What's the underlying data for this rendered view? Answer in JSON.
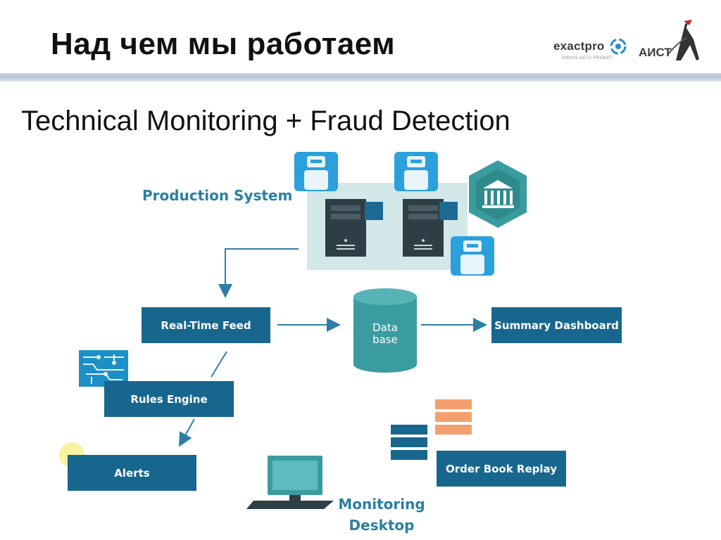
{
  "slide": {
    "title": "Над чем мы работаем",
    "subtitle": "Technical Monitoring + Fraud Detection"
  },
  "logos": {
    "exactpro": {
      "name": "exactpro",
      "tagline": "SIRIUS ACTA PROBAT"
    },
    "aist": {
      "name": "АИСТ"
    }
  },
  "diagram": {
    "production_system": "Production System",
    "real_time_feed": "Real-Time Feed",
    "database": {
      "line1": "Data",
      "line2": "base"
    },
    "summary_dashboard": "Summary Dashboard",
    "rules_engine": "Rules Engine",
    "alerts": "Alerts",
    "order_book_replay": "Order Book Replay",
    "monitoring_desktop": {
      "line1": "Monitoring",
      "line2": "Desktop"
    }
  },
  "colors": {
    "box": "#17668e",
    "teal": "#3a9ca0",
    "label": "#2b7fa3",
    "production_bg": "#d3e8e9",
    "orange": "#f4a06e",
    "alert_dot": "#f7f3a0"
  }
}
